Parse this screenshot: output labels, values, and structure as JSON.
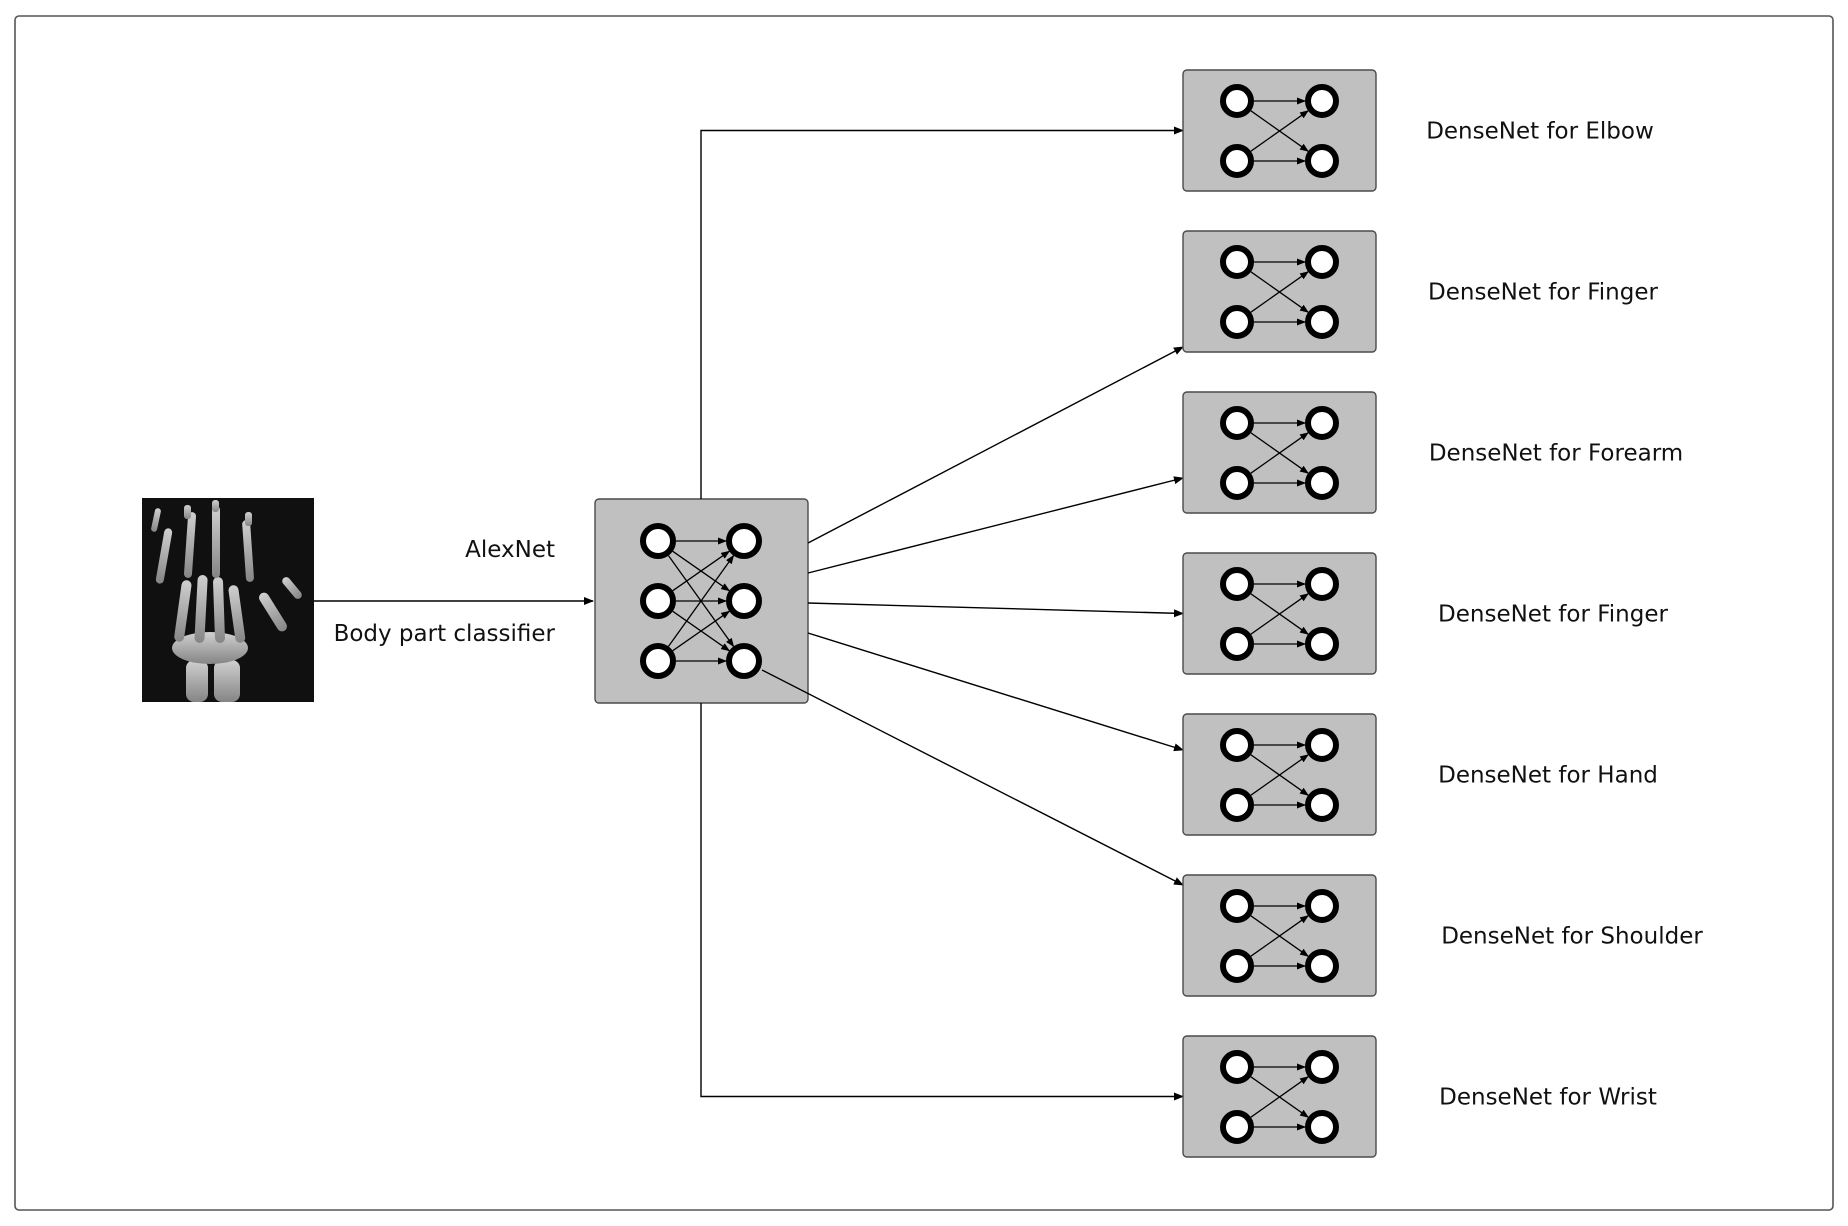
{
  "classifier": {
    "name": "AlexNet",
    "role": "Body part classifier"
  },
  "input_image": {
    "subject": "hand-xray"
  },
  "experts": [
    {
      "label": "DenseNet for Elbow"
    },
    {
      "label": "DenseNet for Finger"
    },
    {
      "label": "DenseNet for Forearm"
    },
    {
      "label": "DenseNet for Finger"
    },
    {
      "label": "DenseNet for Hand"
    },
    {
      "label": "DenseNet for Shoulder"
    },
    {
      "label": "DenseNet for Wrist"
    }
  ],
  "colors": {
    "network_box": "#c0c0c0",
    "frame": "#555555"
  }
}
